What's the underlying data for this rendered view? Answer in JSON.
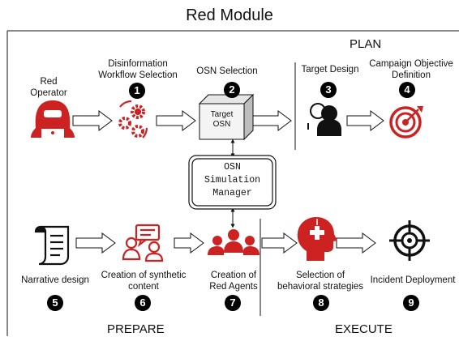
{
  "title": "Red Module",
  "sections": {
    "plan": "PLAN",
    "prepare": "PREPARE",
    "execute": "EXECUTE"
  },
  "colors": {
    "red": "#cc2222",
    "black": "#111111"
  },
  "operator": {
    "label": "Red\nOperator",
    "icon": "hacker-icon"
  },
  "steps": [
    {
      "number": "1",
      "label": "Disinformation\nWorkflow Selection",
      "icon": "gears-cycle-icon"
    },
    {
      "number": "2",
      "label": "OSN Selection",
      "icon": "cube-box-icon"
    },
    {
      "number": "3",
      "label": "Target Design",
      "icon": "person-icon"
    },
    {
      "number": "4",
      "label": "Campaign Objective\nDefinition",
      "icon": "target-arrow-icon"
    },
    {
      "number": "5",
      "label": "Narrative design",
      "icon": "scroll-icon"
    },
    {
      "number": "6",
      "label": "Creation of synthetic\ncontent",
      "icon": "users-chat-icon"
    },
    {
      "number": "7",
      "label": "Creation of\nRed Agents",
      "icon": "group-icon"
    },
    {
      "number": "8",
      "label": "Selection of\nbehavioral strategies",
      "icon": "brain-puzzle-icon"
    },
    {
      "number": "9",
      "label": "Incident Deployment",
      "icon": "crosshair-icon"
    }
  ],
  "target_osn": {
    "line1": "Target",
    "line2": "OSN"
  },
  "manager": {
    "line1": "OSN",
    "line2": "Simulation",
    "line3": "Manager"
  }
}
